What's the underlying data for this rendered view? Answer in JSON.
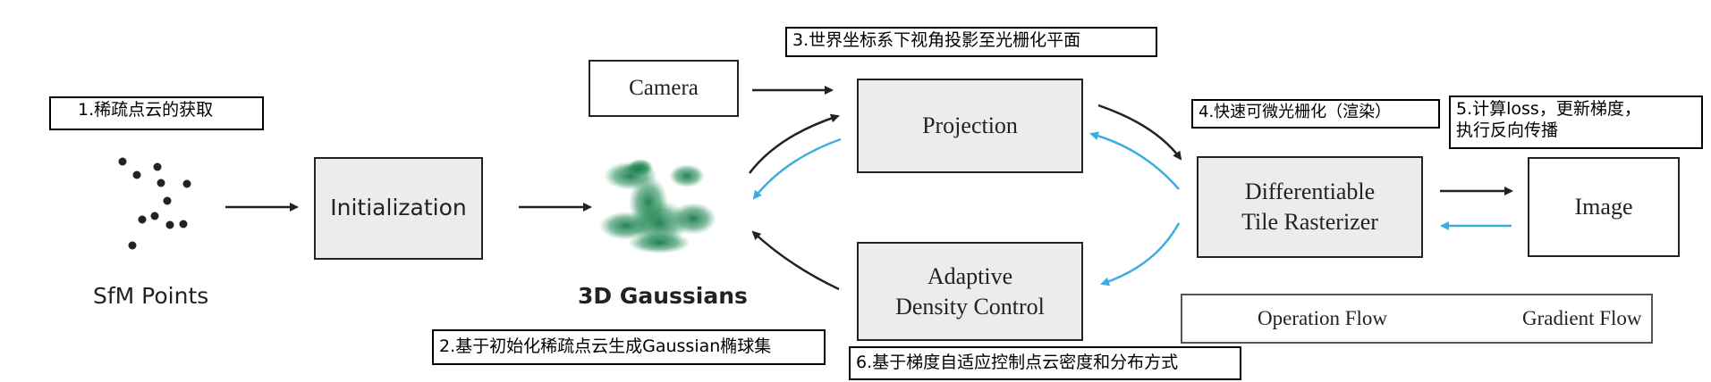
{
  "boxes": {
    "initialization": "Initialization",
    "camera": "Camera",
    "projection": "Projection",
    "adaptive_line1": "Adaptive",
    "adaptive_line2": "Density Control",
    "rasterizer_line1": "Differentiable",
    "rasterizer_line2": "Tile Rasterizer",
    "image": "Image"
  },
  "labels": {
    "sfm_points": "SfM Points",
    "gaussians": "3D Gaussians"
  },
  "notes": {
    "step1": "1.稀疏点云的获取",
    "step2": "2.基于初始化稀疏点云生成Gaussian椭球集",
    "step3": "3.世界坐标系下视角投影至光栅化平面",
    "step4": "4.快速可微光栅化（渲染）",
    "step5_line1": "5.计算loss，更新梯度，",
    "step5_line2": "执行反向传播",
    "step6": "6.基于梯度自适应控制点云密度和分布方式"
  },
  "legend": {
    "operation": "Operation Flow",
    "gradient": "Gradient Flow"
  },
  "colors": {
    "operation_arrow": "#222222",
    "gradient_arrow": "#3aaee0",
    "box_fill": "#ececec",
    "gaussian_green": "#1e7a4e"
  }
}
